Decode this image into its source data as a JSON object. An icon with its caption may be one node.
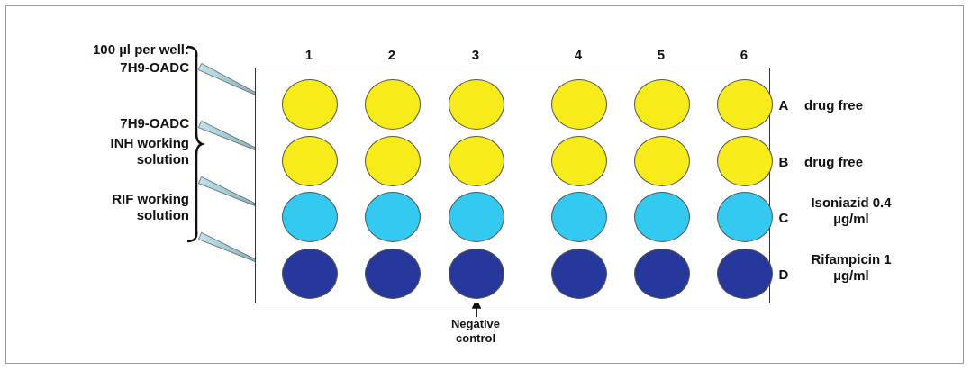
{
  "diagram": {
    "nodes": [
      {
        "text": [],
        "shape": "box"
      },
      {
        "text": [],
        "shape": "circle",
        "in": 0
      },
      {
        "text": [],
        "shape": "circle",
        "in": 0
      },
      {
        "text": [],
        "shape": "circle",
        "in": 0
      },
      {
        "text": [],
        "shape": "circle",
        "in": 0
      },
      {
        "text": [],
        "shape": "circle",
        "in": 0
      },
      {
        "text": [],
        "shape": "circle",
        "in": 0
      },
      {
        "text": [],
        "shape": "circle",
        "in": 0
      },
      {
        "text": [],
        "shape": "circle",
        "in": 0
      },
      {
        "text": [],
        "shape": "circle",
        "in": 0
      },
      {
        "text": [],
        "shape": "circle",
        "in": 0
      },
      {
        "text": [],
        "shape": "circle",
        "in": 0
      },
      {
        "text": [],
        "shape": "circle",
        "in": 0
      },
      {
        "text": [],
        "shape": "circle",
        "in": 0
      },
      {
        "text": [],
        "shape": "circle",
        "in": 0
      },
      {
        "text": [],
        "shape": "circle",
        "in": 0
      },
      {
        "text": [],
        "shape": "circle",
        "in": 0
      },
      {
        "text": [],
        "shape": "circle",
        "in": 0
      },
      {
        "text": [],
        "shape": "circle",
        "in": 0
      },
      {
        "text": [],
        "shape": "circle",
        "in": 0
      },
      {
        "text": [],
        "shape": "circle",
        "in": 0
      },
      {
        "text": [],
        "shape": "circle",
        "in": 0
      },
      {
        "text": [],
        "shape": "circle",
        "in": 0
      },
      {
        "text": [],
        "shape": "circle",
        "in": 0
      },
      {
        "text": [],
        "shape": "circle",
        "in": 0
      },
      {
        "text": [
          "Negative control"
        ]
      }
    ],
    "edges": [
      {
        "from": 25,
        "to": 21,
        "arrow": "to"
      }
    ],
    "labels": [
      "100 µl per well:",
      "1",
      "2",
      "3",
      "4",
      "5",
      "6",
      "7H9-OADC",
      "A",
      "drug free",
      "7H9-OADC",
      "INH working solution",
      "B",
      "drug free",
      "RIF working solution",
      "C",
      "Isoniazid 0.4 µg/ml",
      "D",
      "Rifampicin 1 µg/ml"
    ]
  }
}
